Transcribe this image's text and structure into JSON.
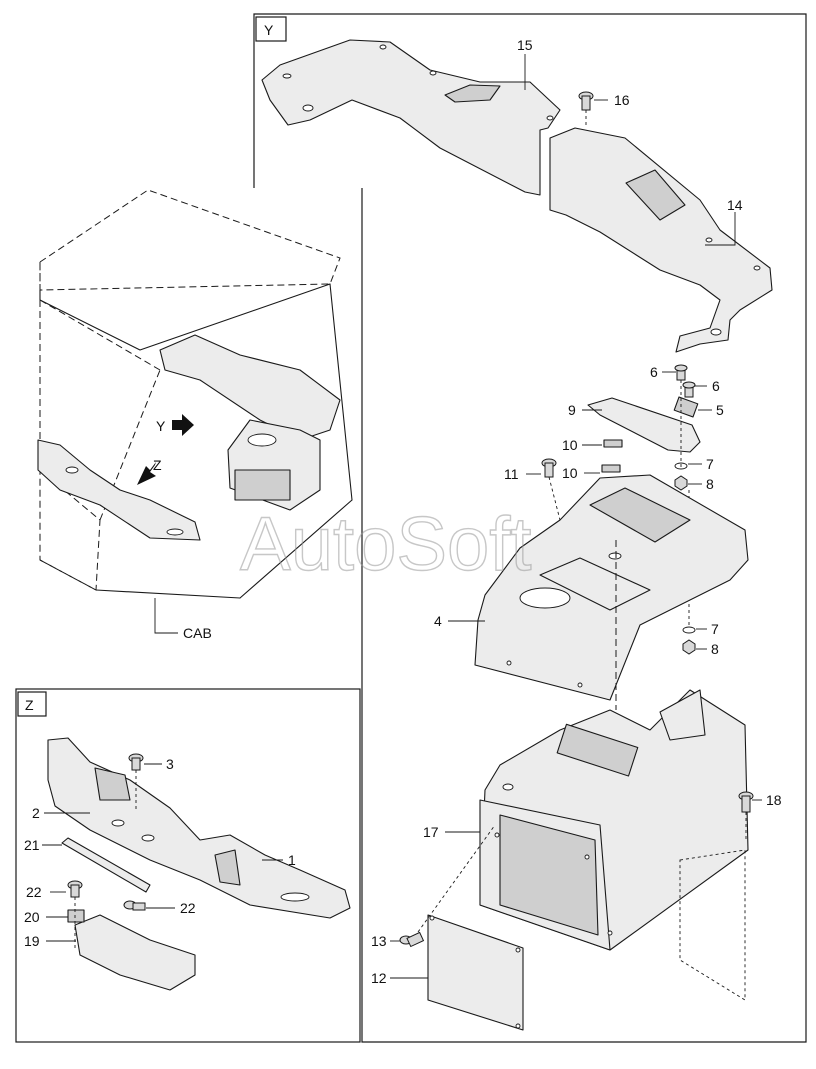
{
  "watermark": "AutoSoft",
  "views": {
    "y": "Y",
    "z": "Z"
  },
  "labels": {
    "cab": "CAB",
    "arrow_y": "Y",
    "arrow_z": "Z"
  },
  "callouts": {
    "c15": "15",
    "c16": "16",
    "c14": "14",
    "c6a": "6",
    "c6b": "6",
    "c9": "9",
    "c5": "5",
    "c10a": "10",
    "c7a": "7",
    "c11": "11",
    "c10b": "10",
    "c8a": "8",
    "c4": "4",
    "c7b": "7",
    "c8b": "8",
    "c3": "3",
    "c2": "2",
    "c18": "18",
    "c17": "17",
    "c21": "21",
    "c1": "1",
    "c22a": "22",
    "c22b": "22",
    "c20": "20",
    "c19": "19",
    "c13": "13",
    "c12": "12"
  }
}
